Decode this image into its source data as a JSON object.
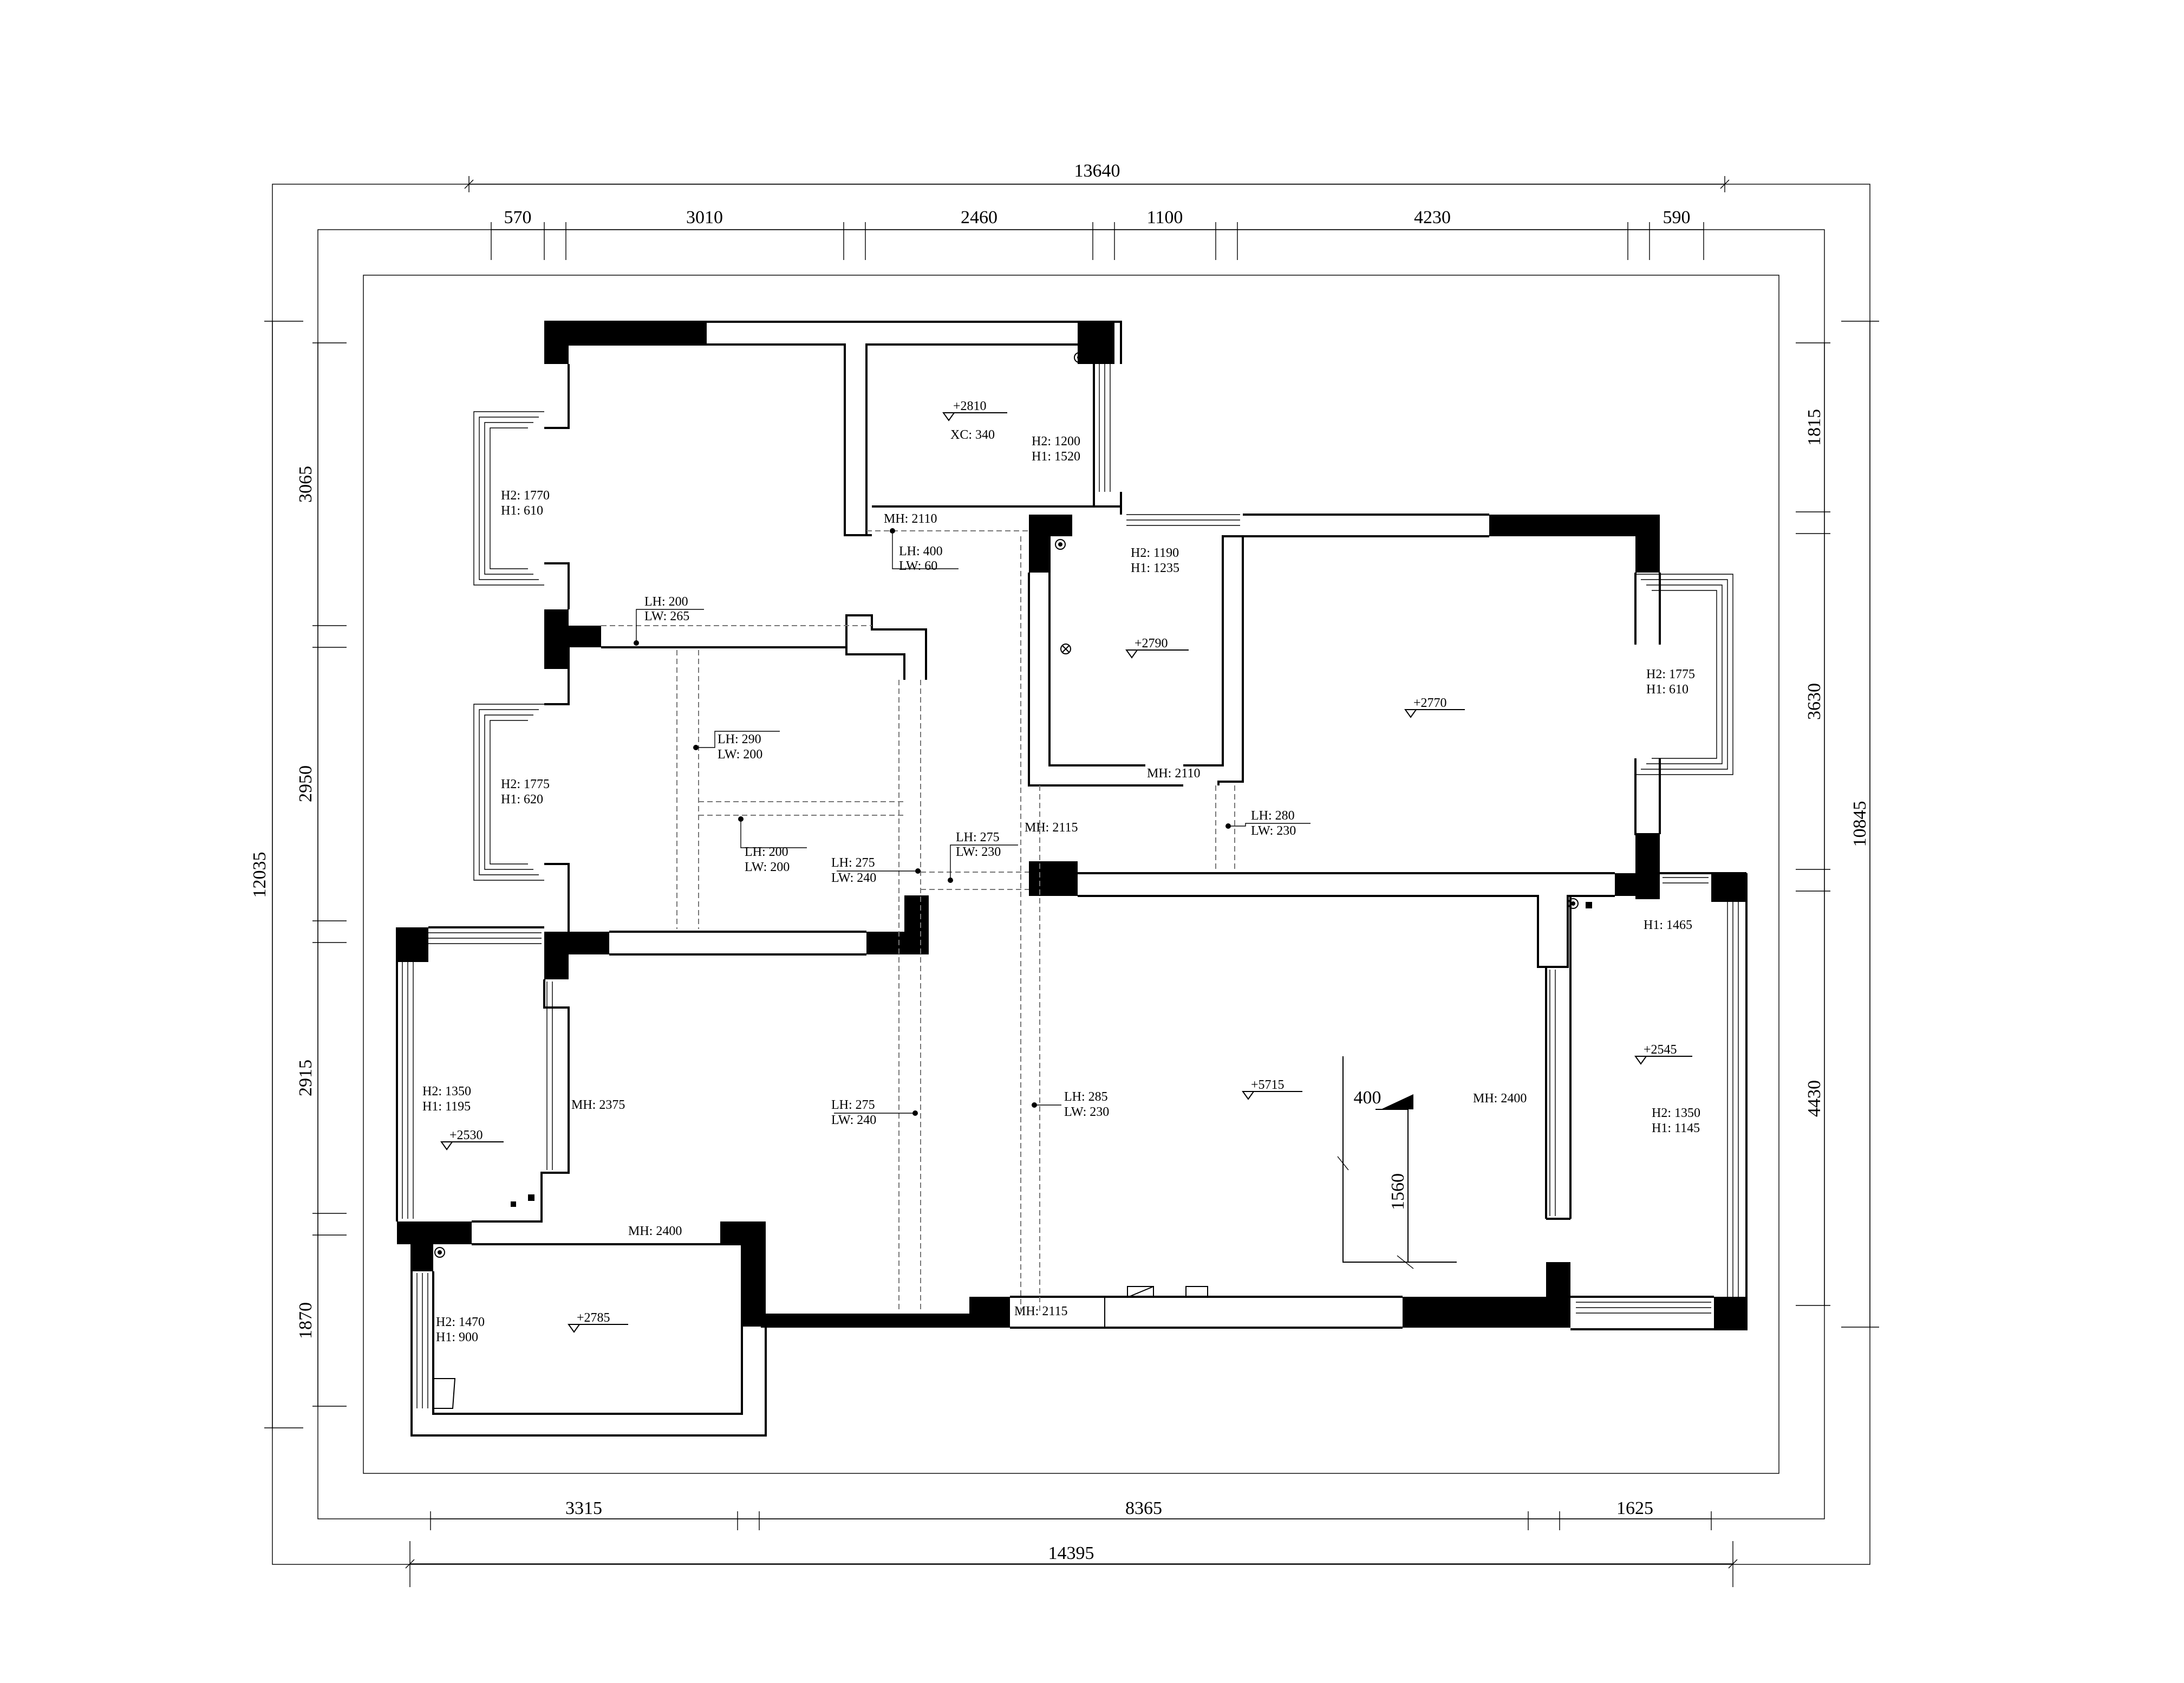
{
  "dimensions": {
    "top_total": "13640",
    "top_segments": [
      "570",
      "3010",
      "2460",
      "1100",
      "4230",
      "590"
    ],
    "bottom_total": "14395",
    "bottom_segments": [
      "3315",
      "8365",
      "1625"
    ],
    "left_total": "12035",
    "left_segments": [
      "3065",
      "2950",
      "2915",
      "1870"
    ],
    "right_total": "10845",
    "right_segments": [
      "1815",
      "3630",
      "4430"
    ],
    "detail_width": "400",
    "detail_height": "1560"
  },
  "elevations": [
    {
      "id": "study",
      "value": "+2810"
    },
    {
      "id": "bath",
      "value": "+2790"
    },
    {
      "id": "bedroom-right",
      "value": "+2770"
    },
    {
      "id": "living",
      "value": "+5715"
    },
    {
      "id": "balcony-right",
      "value": "+2545"
    },
    {
      "id": "balcony-left",
      "value": "+2530"
    },
    {
      "id": "kitchen",
      "value": "+2785"
    }
  ],
  "labels": {
    "study_xc": "XC: 340",
    "win_bed1_h2": "H2: 1770",
    "win_bed1_h1": "H1: 610",
    "win_bed2_h2": "H2: 1775",
    "win_bed2_h1": "H1: 620",
    "win_study_h2": "H2: 1200",
    "win_study_h1": "H1: 1520",
    "win_bath_h2": "H2: 1190",
    "win_bath_h1": "H1: 1235",
    "win_bedr_h2": "H2: 1775",
    "win_bedr_h1": "H1: 610",
    "win_balc_right_h1": "H1: 1465",
    "win_balc_right_h2b": "H2: 1350",
    "win_balc_right_h1b": "H1: 1145",
    "win_balc_left_h2": "H2: 1350",
    "win_balc_left_h1": "H1: 1195",
    "win_kitchen_h2": "H2: 1470",
    "win_kitchen_h1": "H1: 900",
    "mh_study": "MH: 2110",
    "mh_bath": "MH: 2110",
    "mh_2115_corr": "MH: 2115",
    "mh_2375": "MH: 2375",
    "mh_2400_kitchen": "MH: 2400",
    "mh_2400_living": "MH: 2400",
    "mh_2115_bottom": "MH: 2115",
    "lh400": "LH: 400",
    "lw60": "LW: 60",
    "lh200a": "LH: 200",
    "lw265": "LW: 265",
    "lh290": "LH: 290",
    "lw200a": "LW: 200",
    "lh200b": "LH: 200",
    "lw200b": "LW: 200",
    "lh275a": "LH: 275",
    "lw240a": "LW: 240",
    "lh275b": "LH: 275",
    "lw230a": "LW: 230",
    "lh280": "LH: 280",
    "lw230b": "LW: 230",
    "lh275c": "LH: 275",
    "lw240b": "LW: 240",
    "lh285": "LH: 285",
    "lw230c": "LW: 230"
  }
}
